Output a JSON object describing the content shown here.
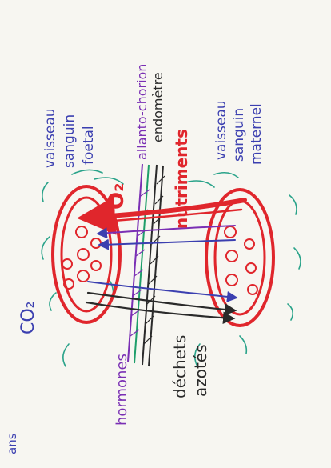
{
  "labels": {
    "fetal_vessel": [
      "vaisseau",
      "sanguin",
      "foetal"
    ],
    "allanto_chorion": "allanto-chorion",
    "endometre": "endomètre",
    "maternal_vessel": [
      "vaisseau",
      "sanguin",
      "maternel"
    ],
    "nutriments": "nutriments",
    "o2": "O₂",
    "co2": "CO₂",
    "hormones": "hormones",
    "dechets": [
      "déchets",
      "azotés"
    ],
    "corner_word": "ans"
  },
  "colors": {
    "paper": "#f7f6f1",
    "blue_ink": "#3b3fb0",
    "red_ink": "#e0262c",
    "purple_ink": "#7a2fb4",
    "black_ink": "#2a2a2a",
    "green_ink": "#1e9e6a",
    "teal_ink": "#2aa38a"
  }
}
